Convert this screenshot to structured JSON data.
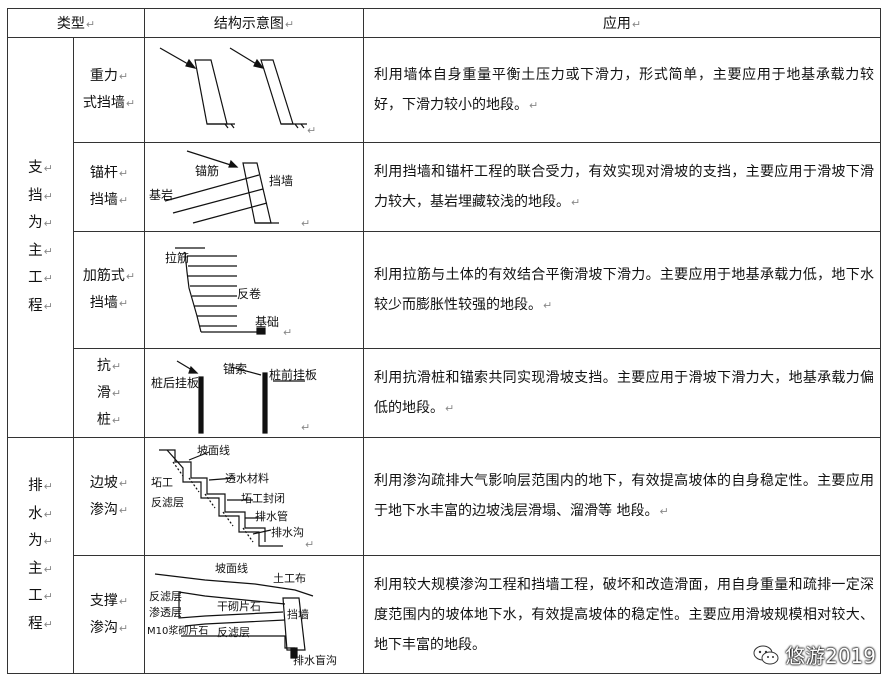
{
  "header": {
    "type": "类型",
    "diagram": "结构示意图",
    "application": "应用"
  },
  "return_mark": "↵",
  "groups": [
    {
      "label_chars": [
        "支",
        "挡",
        "为",
        "主",
        "工",
        "程"
      ]
    },
    {
      "label_chars": [
        "排",
        "水",
        "为",
        "主",
        "工",
        "程"
      ]
    }
  ],
  "rows": [
    {
      "sub_lines": [
        "重力",
        "式挡墙"
      ],
      "diagram_labels": [],
      "application": "利用墙体自身重量平衡土压力或下滑力，形式简单，主要应用于地基承载力较好，下滑力较小的地段。"
    },
    {
      "sub_lines": [
        "锚杆",
        "挡墙"
      ],
      "diagram_labels": [
        "锚筋",
        "挡墙",
        "基岩"
      ],
      "application": "利用挡墙和锚杆工程的联合受力，有效实现对滑坡的支挡，主要应用于滑坡下滑力较大，基岩埋藏较浅的地段。"
    },
    {
      "sub_lines": [
        "加筋式",
        "挡墙"
      ],
      "diagram_labels": [
        "拉筋",
        "反卷",
        "基础"
      ],
      "application": "利用拉筋与土体的有效结合平衡滑坡下滑力。主要应用于地基承载力低，地下水较少而膨胀性较强的地段。"
    },
    {
      "sub_lines": [
        "抗",
        "滑",
        "桩"
      ],
      "diagram_labels": [
        "桩后挂板",
        "锚索",
        "桩前挂板"
      ],
      "application": "利用抗滑桩和锚索共同实现滑坡支挡。主要应用于滑坡下滑力大，地基承载力偏低的地段。"
    },
    {
      "sub_lines": [
        "边坡",
        "渗沟"
      ],
      "diagram_labels": [
        "坡面线",
        "透水材料",
        "坧工",
        "坧工封闭",
        "反滤层",
        "排水管",
        "排水沟"
      ],
      "application": "利用渗沟疏排大气影响层范围内的地下，有效提高坡体的自身稳定性。主要应用于地下水丰富的边坡浅层滑塌、溜滑等  地段。"
    },
    {
      "sub_lines": [
        "支撑",
        "渗沟"
      ],
      "diagram_labels": [
        "坡面线",
        "土工布",
        "反滤层",
        "干砌片石",
        "渗透层",
        "挡墙",
        "M10浆砌片石",
        "反滤层",
        "排水盲沟"
      ],
      "application": "利用较大规模渗沟工程和挡墙工程，破坏和改造滑面，用自身重量和疏排一定深度范围内的坡体地下水，有效提高坡体的稳定性。主要应用滑坡规模相对较大、地下丰富的地段。"
    }
  ],
  "watermark": {
    "text": "悠游2019",
    "icon": "wechat-icon"
  }
}
